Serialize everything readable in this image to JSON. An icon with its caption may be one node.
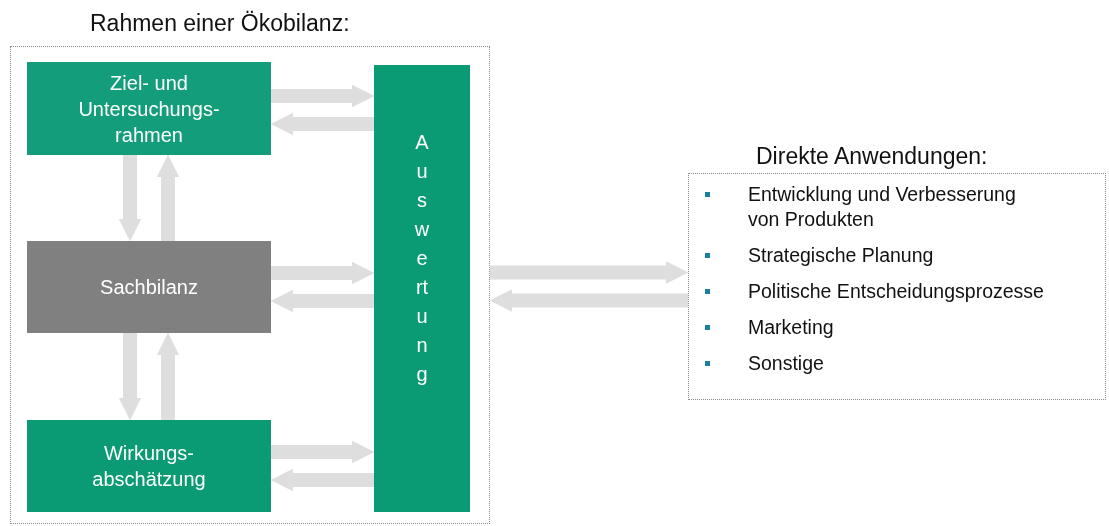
{
  "diagram": {
    "nodes": [
      {
        "text": [
          "Rahmen einer Ökobilanz:"
        ]
      },
      {
        "text": [
          "Ziel- und Untersuchungs- rahmen"
        ],
        "in": 0
      },
      {
        "text": [
          "Sachbilanz"
        ],
        "in": 0
      },
      {
        "text": [
          "Wirkungs- abschätzung"
        ],
        "in": 0
      },
      {
        "text": [
          "Auswertung"
        ],
        "in": 0
      },
      {
        "text": [
          "Direkte Anwendungen:",
          "Entwicklung und Verbesserung von Produkten",
          "Strategische Planung",
          "Politische Entscheidungsprozesse",
          "Marketing",
          "Sonstige"
        ]
      }
    ],
    "edges": [
      {
        "from": 1,
        "to": 4,
        "arrow": "to"
      },
      {
        "from": 4,
        "to": 1,
        "arrow": "to"
      },
      {
        "from": 1,
        "to": 2,
        "arrow": "to"
      },
      {
        "from": 2,
        "to": 1,
        "arrow": "to"
      },
      {
        "from": 2,
        "to": 4,
        "arrow": "to"
      },
      {
        "from": 4,
        "to": 2,
        "arrow": "to"
      },
      {
        "from": 2,
        "to": 3,
        "arrow": "to"
      },
      {
        "from": 3,
        "to": 2,
        "arrow": "to"
      },
      {
        "from": 3,
        "to": 4,
        "arrow": "to"
      },
      {
        "from": 4,
        "to": 3,
        "arrow": "to"
      },
      {
        "from": 0,
        "to": 5,
        "arrow": "to"
      },
      {
        "from": 5,
        "to": 0,
        "arrow": "to"
      }
    ]
  }
}
